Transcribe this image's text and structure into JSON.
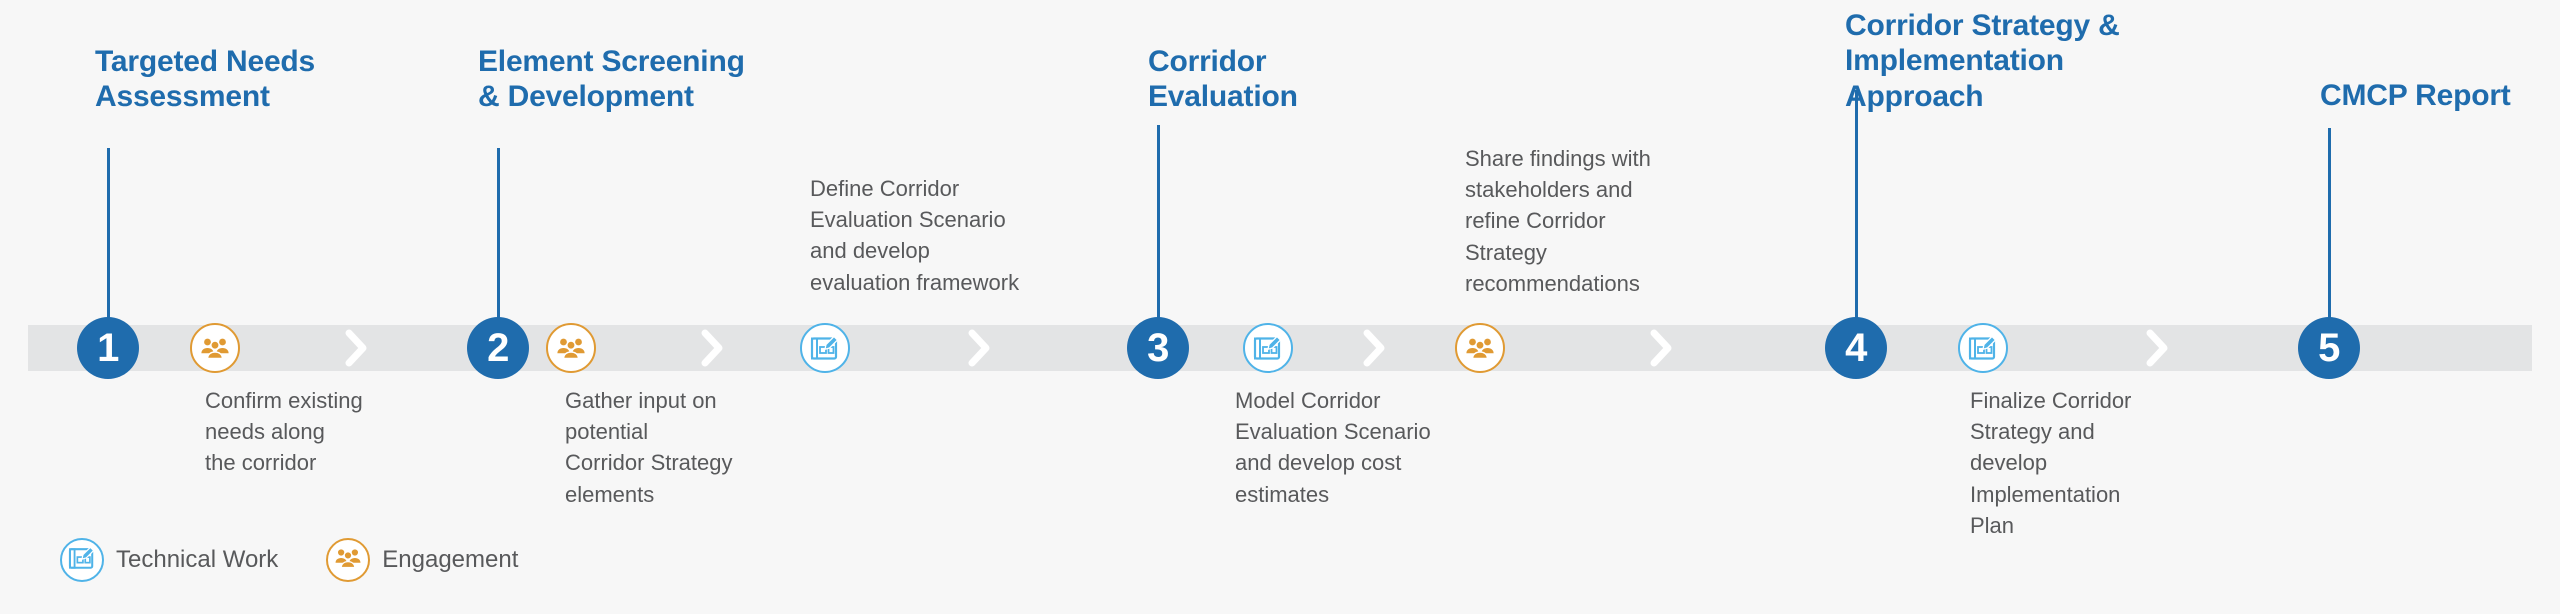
{
  "diagram": {
    "title": "CMCP Process Timeline",
    "colors": {
      "milestone_blue": "#1f6cad",
      "bar_grey": "#e3e4e5",
      "engagement_orange": "#e09a33",
      "technical_blue": "#4fb3e8",
      "caption_grey": "#58595b",
      "background": "#f7f7f7"
    }
  },
  "milestones": [
    {
      "number": "1",
      "title": "Targeted Needs\nAssessment"
    },
    {
      "number": "2",
      "title": "Element Screening\n& Development"
    },
    {
      "number": "3",
      "title": "Corridor\nEvaluation"
    },
    {
      "number": "4",
      "title": "Corridor Strategy &\nImplementation\nApproach"
    },
    {
      "number": "5",
      "title": "CMCP Report"
    }
  ],
  "activities": [
    {
      "type": "engagement",
      "icon": "people-group-icon",
      "caption": "Confirm existing\nneeds along\nthe corridor",
      "placement": "below"
    },
    {
      "type": "engagement",
      "icon": "people-group-icon",
      "caption": "Gather input on\npotential\nCorridor Strategy\nelements",
      "placement": "below"
    },
    {
      "type": "technical",
      "icon": "blueprint-pencil-icon",
      "caption": "Define Corridor\nEvaluation Scenario\nand develop\nevaluation framework",
      "placement": "above"
    },
    {
      "type": "technical",
      "icon": "blueprint-pencil-icon",
      "caption": "Model Corridor\nEvaluation Scenario\nand develop cost\nestimates",
      "placement": "below"
    },
    {
      "type": "engagement",
      "icon": "people-group-icon",
      "caption": "Share findings with\nstakeholders and\nrefine Corridor\nStrategy\nrecommendations",
      "placement": "above"
    },
    {
      "type": "technical",
      "icon": "blueprint-pencil-icon",
      "caption": "Finalize Corridor\nStrategy and\ndevelop\nImplementation\nPlan",
      "placement": "below"
    }
  ],
  "legend": {
    "items": [
      {
        "label": "Technical Work",
        "type": "technical",
        "icon": "blueprint-pencil-icon"
      },
      {
        "label": "Engagement",
        "type": "engagement",
        "icon": "people-group-icon"
      }
    ]
  }
}
